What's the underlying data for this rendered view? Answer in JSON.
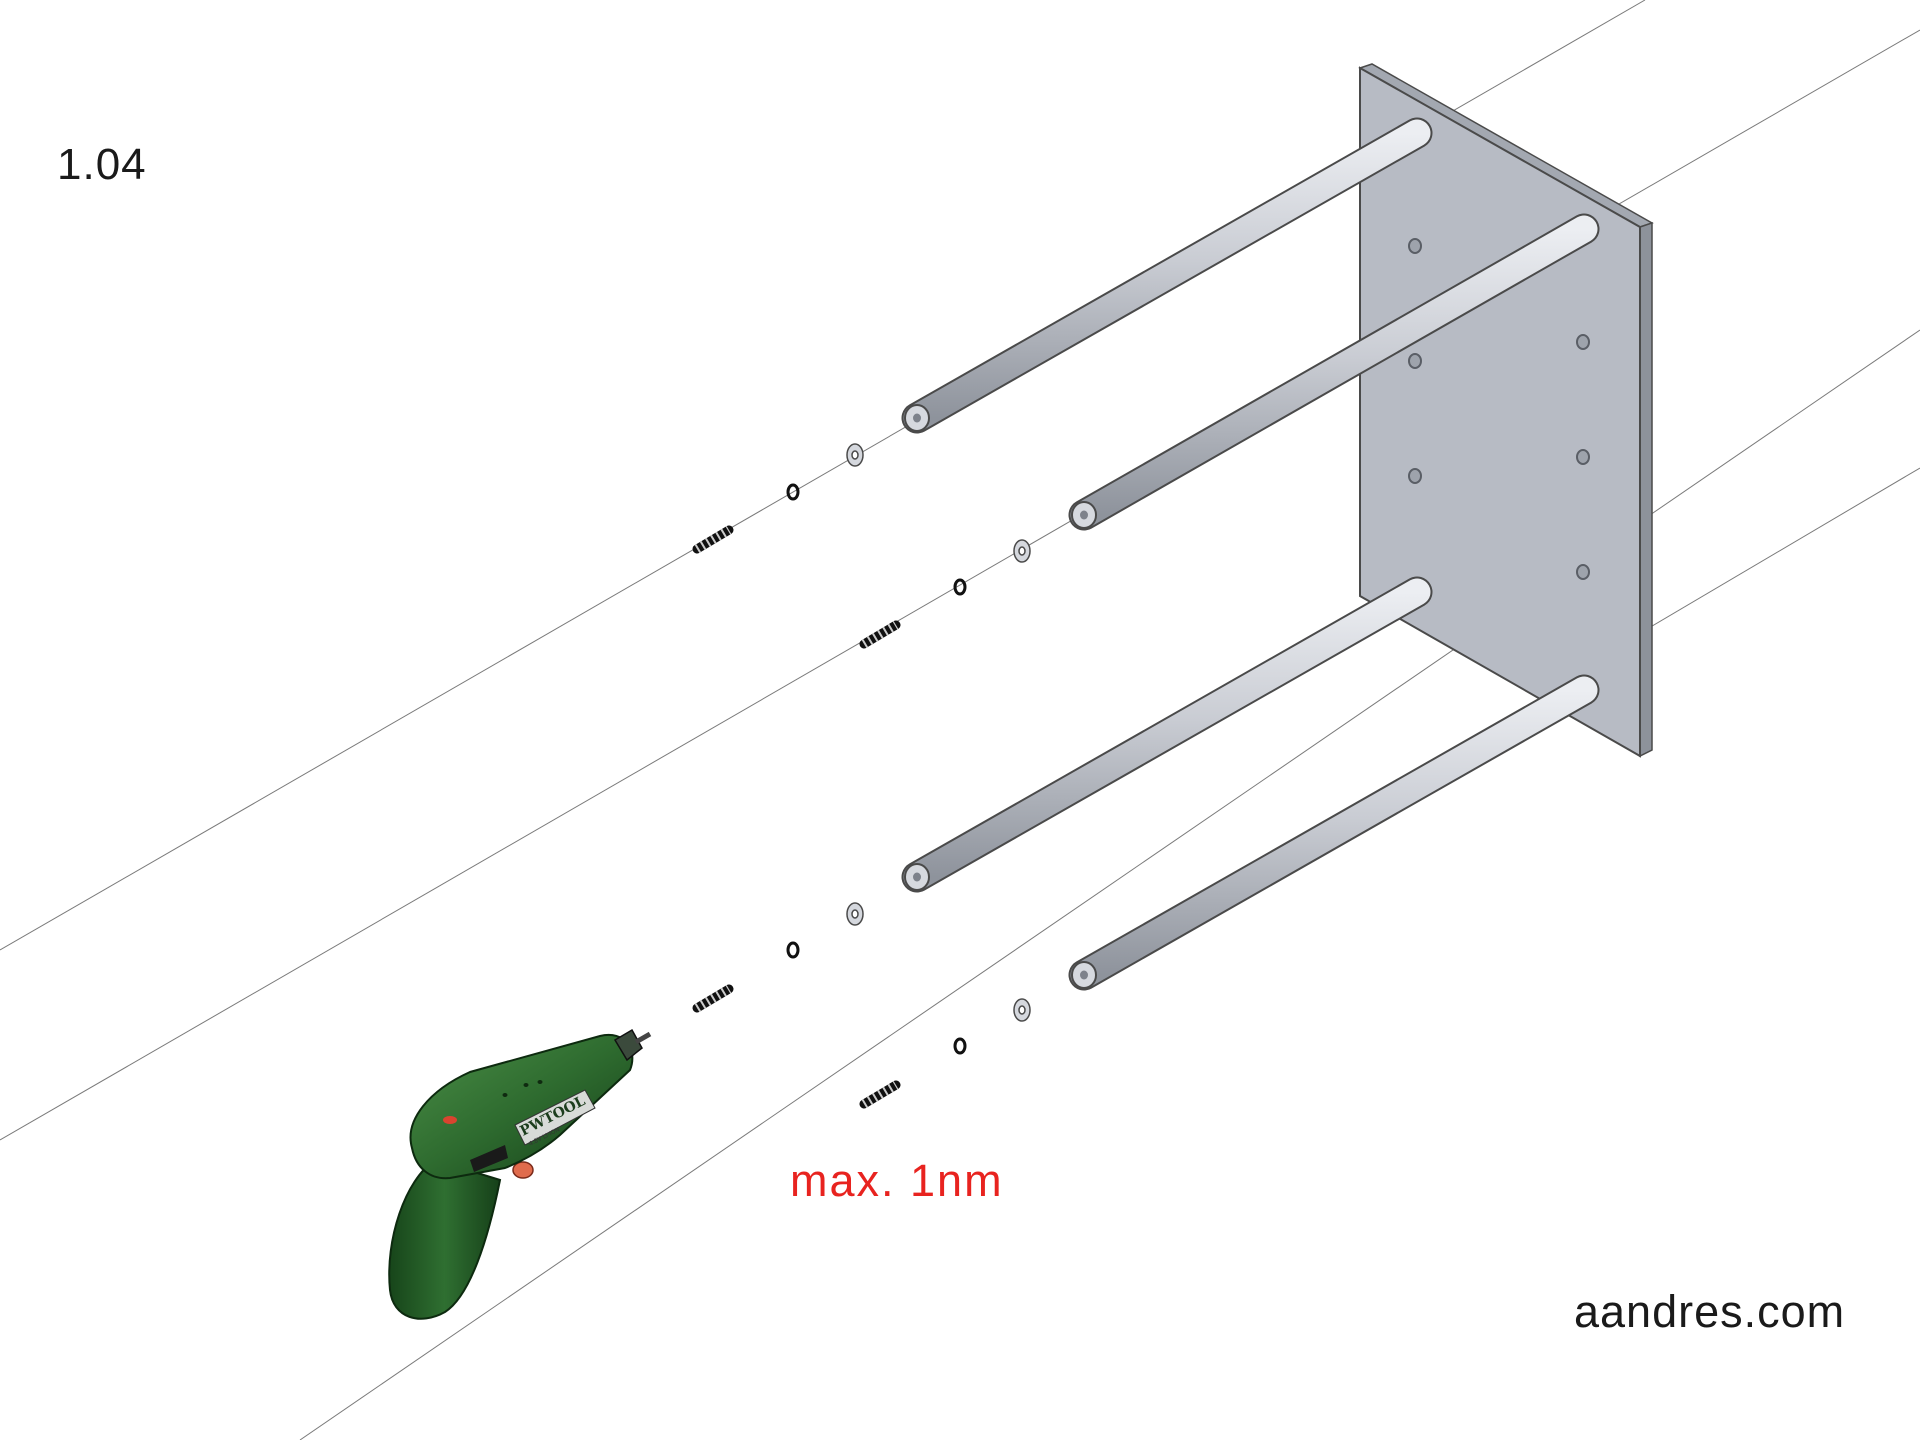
{
  "step_number": "1.04",
  "torque_label": "max. 1nm",
  "website": "aandres.com",
  "tool": {
    "brand": "PWTOOL",
    "sub_label": "4.8V LI-ION"
  },
  "colors": {
    "torque_text": "#e8231f",
    "plate": "#b7bbc4",
    "rod": "#c9ccd3",
    "drill_body": "#2e6b2f",
    "fastener": "#1a1a1a"
  },
  "icons": {
    "tool": "cordless-screwdriver-icon"
  }
}
